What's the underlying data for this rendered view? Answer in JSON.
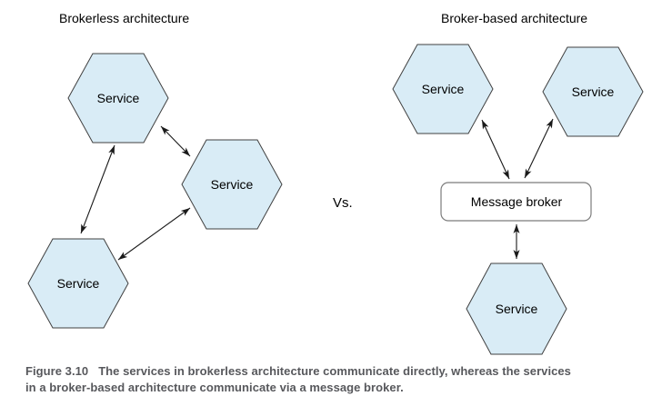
{
  "figure": {
    "left_panel": {
      "title": "Brokerless architecture",
      "nodes": [
        {
          "id": "service-1",
          "label": "Service",
          "shape": "hexagon"
        },
        {
          "id": "service-2",
          "label": "Service",
          "shape": "hexagon"
        },
        {
          "id": "service-3",
          "label": "Service",
          "shape": "hexagon"
        }
      ],
      "edges": [
        {
          "from": "service-1",
          "to": "service-2",
          "bidirectional": true
        },
        {
          "from": "service-1",
          "to": "service-3",
          "bidirectional": true
        },
        {
          "from": "service-3",
          "to": "service-2",
          "bidirectional": true
        }
      ]
    },
    "versus_label": "Vs.",
    "right_panel": {
      "title": "Broker-based architecture",
      "nodes": [
        {
          "id": "service-1",
          "label": "Service",
          "shape": "hexagon"
        },
        {
          "id": "service-2",
          "label": "Service",
          "shape": "hexagon"
        },
        {
          "id": "service-3",
          "label": "Service",
          "shape": "hexagon"
        }
      ],
      "broker": {
        "id": "message-broker",
        "label": "Message broker",
        "shape": "rounded-rect"
      },
      "edges": [
        {
          "from": "service-1",
          "to": "message-broker",
          "bidirectional": true
        },
        {
          "from": "service-2",
          "to": "message-broker",
          "bidirectional": true
        },
        {
          "from": "message-broker",
          "to": "service-3",
          "bidirectional": true
        }
      ]
    }
  },
  "caption": {
    "figure_label": "Figure 3.10",
    "line1": "The services in brokerless architecture communicate directly, whereas the services",
    "line2": "in a broker-based architecture communicate via a message broker."
  },
  "colors": {
    "hexagon_fill": "#d9ecf6",
    "hexagon_stroke": "#404040",
    "broker_fill": "#ffffff",
    "broker_stroke": "#7c7c7c",
    "arrow": "#1a1a1a",
    "caption_text": "#57585c",
    "diagram_text": "#000000",
    "background": "#ffffff"
  }
}
